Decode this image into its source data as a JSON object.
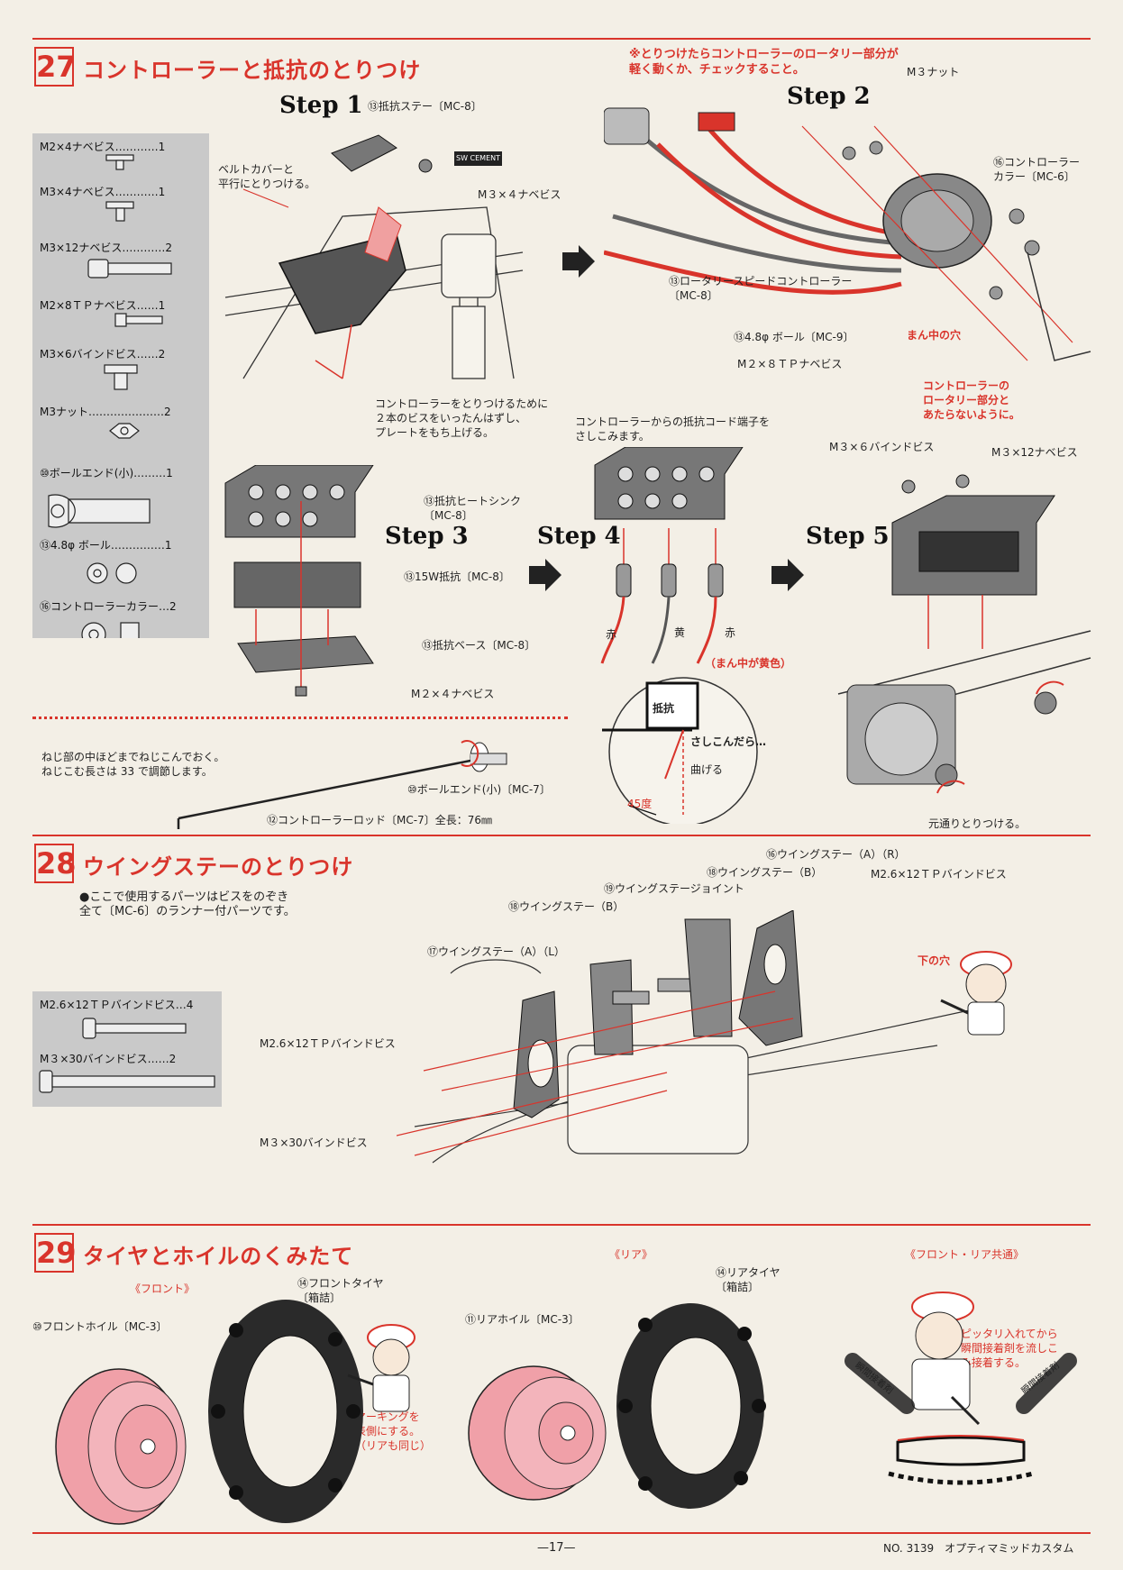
{
  "sec27": {
    "num": "27",
    "title": "コントローラーと抵抗のとりつけ",
    "note": "※とりつけたらコントローラーのロータリー部分が\n軽く動くか、チェックすること。",
    "steps": [
      "Step 1",
      "Step 2",
      "Step 3",
      "Step 4",
      "Step 5"
    ],
    "parts": [
      "M2×4ナベビス…………1",
      "M3×4ナベビス…………1",
      "M3×12ナベビス…………2",
      "M2×8ＴＰナベビス……1",
      "M3×6バインドビス……2",
      "M3ナット…………………2",
      "⑩ボールエンド(小)………1",
      "⑬4.8φ ボール……………1",
      "⑯コントローラーカラー…2"
    ],
    "labels": {
      "teisho_stay": "⑬抵抗ステー〔MC-8〕",
      "belt": "ベルトカバーと\n平行にとりつける。",
      "m3x4": "M３×４ナベビス",
      "lift_plate": "コントローラーをとりつけるために\n２本のビスをいったんはずし、\nプレートをもち上げる。",
      "m3_nut": "M３ナット",
      "collar": "⑯コントローラー\nカラー〔MC-6〕",
      "rotary": "⑬ロータリースピードコントローラー\n〔MC-8〕",
      "ball": "⑬4.8φ ボール〔MC-9〕",
      "m2x8": "M２×８ＴＰナベビス",
      "center_hole": "まん中の穴",
      "no_touch": "コントローラーの\nロータリー部分と\nあたらないように。",
      "heatsink": "⑬抵抗ヒートシンク\n〔MC-8〕",
      "resistor": "⑬15W抵抗〔MC-8〕",
      "base": "⑬抵抗ベース〔MC-8〕",
      "m2x4": "M２×４ナベビス",
      "cord": "コントローラーからの抵抗コード端子を\nさしこみます。",
      "red1": "赤",
      "yellow": "黄",
      "red2": "赤",
      "mid_yellow": "（まん中が黄色）",
      "teiko": "抵抗",
      "insert": "さしこんだら…",
      "bend": "曲げる",
      "deg": "45度",
      "m3x6": "M３×６バインドビス",
      "m3x12": "M３×12ナベビス",
      "restore": "元通りとりつける。",
      "screw_note": "ねじ部の中ほどまでねじこんでおく。\nねじこむ長さは 33 で調節します。",
      "ball_end": "⑩ボールエンド(小)〔MC-7〕",
      "rod": "⑫コントローラーロッド〔MC-7〕全長：76㎜",
      "sw_cement": "SW CEMENT"
    }
  },
  "sec28": {
    "num": "28",
    "title": "ウイングステーのとりつけ",
    "note": "●ここで使用するパーツはビスをのぞき\n全て〔MC-6〕のランナー付パーツです。",
    "parts": [
      "M2.6×12ＴＰバインドビス…4",
      "M３×30バインドビス……2"
    ],
    "labels": {
      "stay_ar": "⑯ウイングステー（A）（R）",
      "stay_b1": "⑱ウイングステー（B）",
      "joint": "⑲ウイングステージョイント",
      "stay_b2": "⑱ウイングステー（B）",
      "stay_al": "⑰ウイングステー（A）（L）",
      "m26x12_r": "M2.6×12ＴＰバインドビス",
      "m26x12_l": "M2.6×12ＴＰバインドビス",
      "m3x30": "M３×30バインドビス",
      "lower_hole": "下の穴"
    }
  },
  "sec29": {
    "num": "29",
    "title": "タイヤとホイルのくみたて",
    "labels": {
      "front": "《フロント》",
      "rear": "《リア》",
      "common": "《フロント・リア共通》",
      "front_tire": "⑭フロントタイヤ\n〔箱詰〕",
      "front_wheel": "⑩フロントホイル〔MC-3〕",
      "rear_tire": "⑭リアタイヤ\n〔箱詰〕",
      "rear_wheel": "⑪リアホイル〔MC-3〕",
      "marking": "マーキングを\n表側にする。\n（リアも同じ）",
      "glue": "ピッタリ入れてから\n瞬間接着剤を流しこ\nみ接着する。",
      "glue_bottle": "瞬間接着剤"
    }
  },
  "footer": {
    "page": "—17—",
    "model": "NO. 3139　オプティマミッドカスタム"
  },
  "colors": {
    "accent": "#d9342b",
    "tire": "#2a2a2a",
    "wheel": "#f0a0a8",
    "box": "#c9c9c9"
  }
}
